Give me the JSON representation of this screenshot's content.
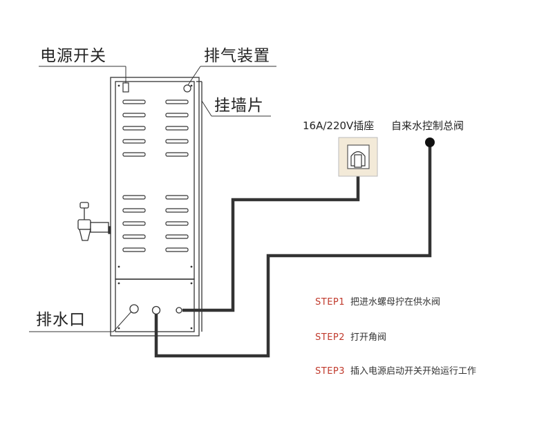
{
  "labels": {
    "power_switch": "电源开关",
    "exhaust": "排气装置",
    "wall_bracket": "挂墙片",
    "socket": "16A/220V插座",
    "main_valve": "自来水控制总阀",
    "drain": "排水口"
  },
  "steps": [
    {
      "tag": "STEP1",
      "text": "把进水螺母拧在供水阀"
    },
    {
      "tag": "STEP2",
      "text": "打开角阀"
    },
    {
      "tag": "STEP3",
      "text": "插入电源启动开关开始运行工作"
    }
  ],
  "colors": {
    "step_tag": "#c0392b",
    "line": "#333333",
    "socket_face": "#f3ead8"
  }
}
